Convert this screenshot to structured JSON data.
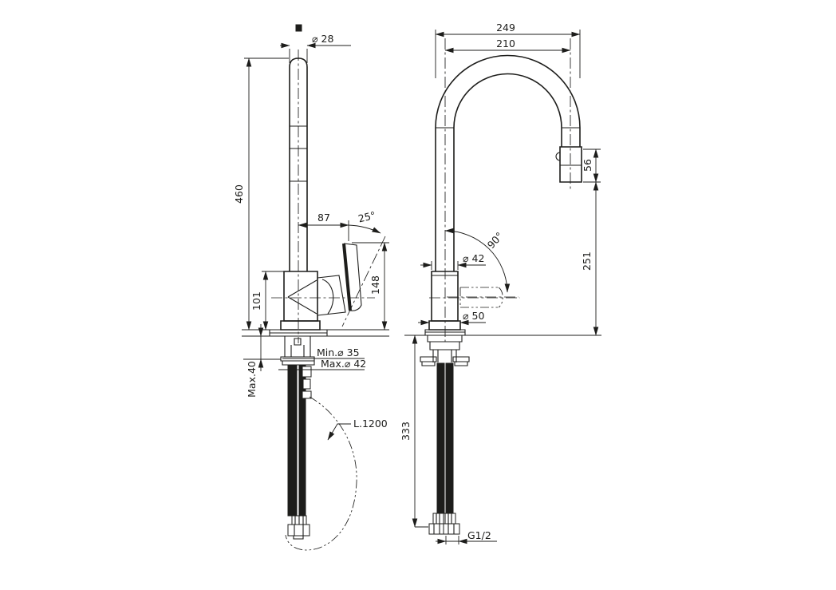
{
  "colors": {
    "line": "#1d1d1b",
    "background": "#ffffff"
  },
  "left_view": {
    "spout_diameter": "⌀ 28",
    "total_height": "460",
    "handle_offset": "87",
    "handle_angle": "25°",
    "handle_height": "148",
    "body_height": "101",
    "hole_min": "Min.⌀ 35",
    "hole_max": "Max.⌀ 42",
    "deck_max_thickness": "Max.40",
    "pullout_hose_length": "L.1200"
  },
  "right_view": {
    "overall_width": "249",
    "spout_reach": "210",
    "spray_head_height": "56",
    "clearance_height": "251",
    "swivel_angle": "90°",
    "body_diameter": "⌀ 42",
    "base_diameter": "⌀ 50",
    "hose_drop": "333",
    "connection_thread": "G1/2"
  }
}
